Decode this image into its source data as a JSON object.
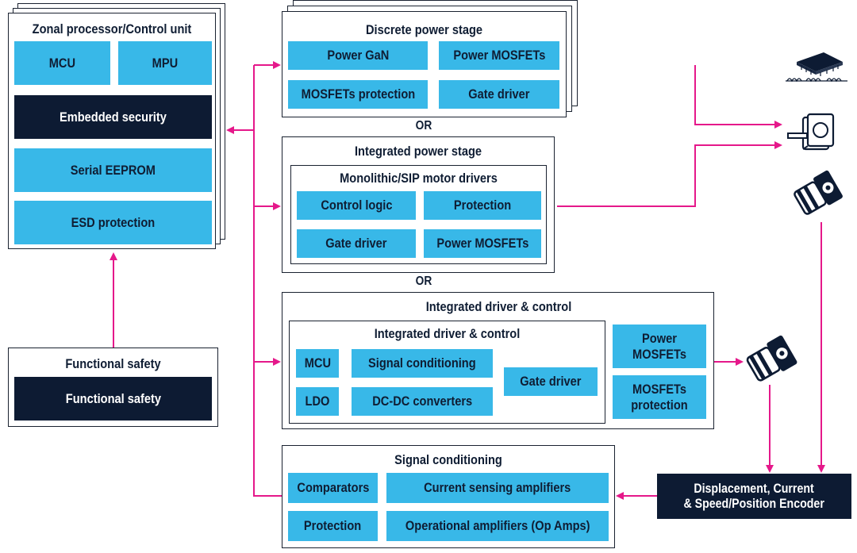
{
  "colors": {
    "accent": "#e5188a",
    "block": "#38b8e8",
    "dark": "#0d1b33",
    "outline": "#1a2230"
  },
  "zonal": {
    "title": "Zonal processor/Control unit",
    "mcu": "MCU",
    "mpu": "MPU",
    "security": "Embedded security",
    "eeprom": "Serial EEPROM",
    "esd": "ESD protection"
  },
  "safety": {
    "title": "Functional safety",
    "block": "Functional safety"
  },
  "discrete": {
    "title": "Discrete power stage",
    "gan": "Power GaN",
    "mosfets": "Power MOSFETs",
    "protection": "MOSFETs protection",
    "gate": "Gate driver"
  },
  "or1": "OR",
  "integrated": {
    "title": "Integrated power stage",
    "inner_title": "Monolithic/SIP motor drivers",
    "logic": "Control logic",
    "protection": "Protection",
    "gate": "Gate driver",
    "mosfets": "Power  MOSFETs"
  },
  "or2": "OR",
  "drivectrl": {
    "title": "Integrated driver & control",
    "inner_title": "Integrated driver & control",
    "mcu": "MCU",
    "signal": "Signal conditioning",
    "ldo": "LDO",
    "dcdc": "DC-DC converters",
    "gate": "Gate driver",
    "power_mosfets": "Power MOSFETs",
    "mosfets_protection": "MOSFETs protection"
  },
  "signal": {
    "title": "Signal conditioning",
    "comparators": "Comparators",
    "current": "Current sensing amplifiers",
    "protection": "Protection",
    "opamps": "Operational amplifiers (Op Amps)"
  },
  "encoder": {
    "line1": "Displacement, Current",
    "line2": "& Speed/Position Encoder"
  },
  "icons": [
    "chip-coil-icon",
    "stepper-motor-icon",
    "gear-motor-icon",
    "gear-motor-icon"
  ]
}
